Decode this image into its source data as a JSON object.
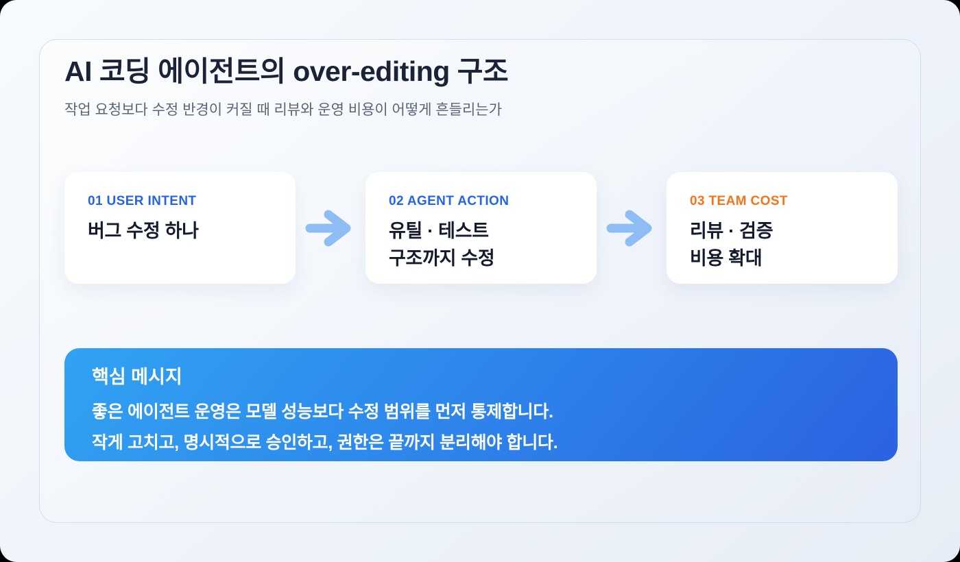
{
  "page": {
    "title": "AI 코딩 에이전트의 over-editing 구조",
    "subtitle": "작업 요청보다 수정 반경이 커질 때 리뷰와 운영 비용이 어떻게 흔들리는가"
  },
  "flow": {
    "steps": [
      {
        "label": "01 USER INTENT",
        "accent": "#2563eb",
        "lines": [
          "버그 수정 하나"
        ]
      },
      {
        "label": "02 AGENT ACTION",
        "accent": "#2563eb",
        "lines": [
          "유틸 · 테스트",
          "구조까지 수정"
        ]
      },
      {
        "label": "03 TEAM COST",
        "accent": "#f97316",
        "lines": [
          "리뷰 · 검증",
          "비용 확대"
        ]
      }
    ],
    "arrow_icon": "right-arrow",
    "arrow_color": "#8ebdf4"
  },
  "callout": {
    "heading": "핵심 메시지",
    "lines": [
      "좋은 에이전트 운영은 모델 성능보다 수정 범위를 먼저 통제합니다.",
      "작게 고치고, 명시적으로 승인하고, 권한은 끝까지 분리해야 합니다."
    ],
    "gradient_start": "#31a2f2",
    "gradient_end": "#2b62e2",
    "text_color": "#ffffff"
  },
  "colors": {
    "title_text": "#1b2436",
    "subtitle_text": "#5a6477",
    "card_text": "#131b2d",
    "card_background": "#ffffff",
    "panel_border": "#cfdff2",
    "page_background": "#edf2fa"
  }
}
